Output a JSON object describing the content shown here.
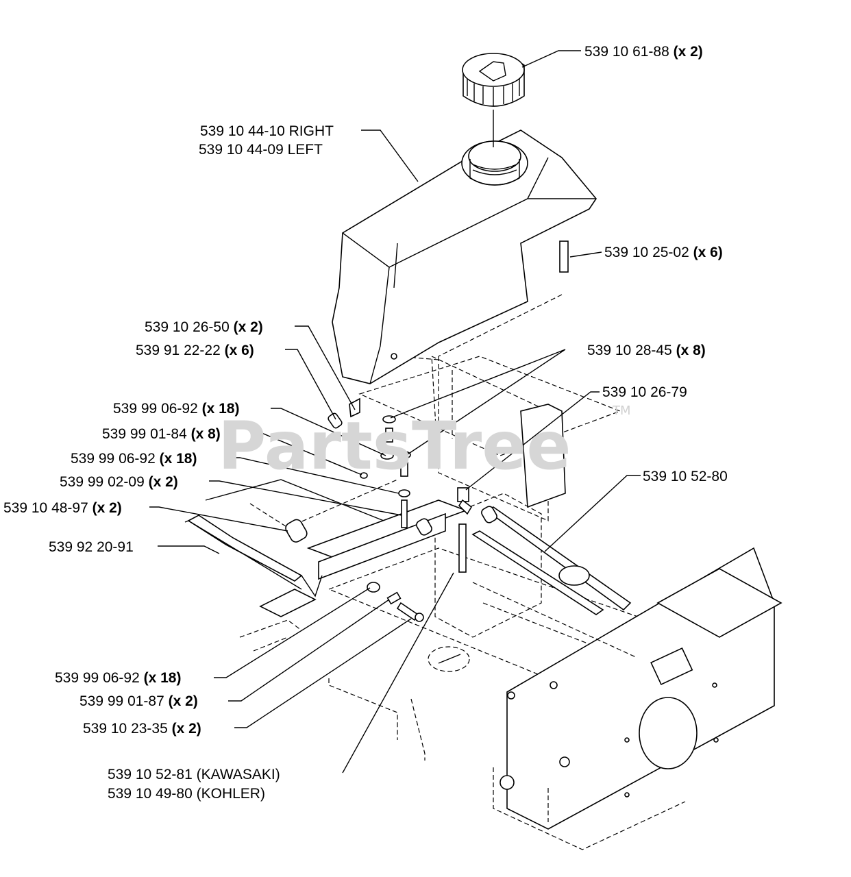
{
  "watermark": {
    "text": "PartsTree",
    "trademark": "TM"
  },
  "labels": [
    {
      "id": "cap",
      "part": "539 10 61-88",
      "qty": "(x 2)"
    },
    {
      "id": "tank-right",
      "part": "539 10 44-10 RIGHT",
      "qty": ""
    },
    {
      "id": "tank-left",
      "part": "539 10 44-09 LEFT",
      "qty": ""
    },
    {
      "id": "stud",
      "part": "539 10 25-02",
      "qty": "(x 6)"
    },
    {
      "id": "fitting",
      "part": "539 10 26-50",
      "qty": "(x 2)"
    },
    {
      "id": "clamp",
      "part": "539 91 22-22",
      "qty": "(x 6)"
    },
    {
      "id": "grommet",
      "part": "539 10 28-45",
      "qty": "(x 8)"
    },
    {
      "id": "washer-a",
      "part": "539 99 06-92",
      "qty": "(x 18)"
    },
    {
      "id": "valve",
      "part": "539 10 26-79",
      "qty": ""
    },
    {
      "id": "nut-a",
      "part": "539 99 01-84",
      "qty": "(x 8)"
    },
    {
      "id": "washer-b",
      "part": "539 99 06-92",
      "qty": "(x 18)"
    },
    {
      "id": "fuel-line",
      "part": "539 10 52-80",
      "qty": ""
    },
    {
      "id": "bolt-a",
      "part": "539 99 02-09",
      "qty": "(x 2)"
    },
    {
      "id": "bushing",
      "part": "539 10 48-97",
      "qty": "(x 2)"
    },
    {
      "id": "bracket",
      "part": "539 92 20-91",
      "qty": ""
    },
    {
      "id": "washer-c",
      "part": "539 99 06-92",
      "qty": "(x 18)"
    },
    {
      "id": "nut-b",
      "part": "539 99 01-87",
      "qty": "(x 2)"
    },
    {
      "id": "bolt-b",
      "part": "539 10 23-35",
      "qty": "(x 2)"
    },
    {
      "id": "hose-kawasaki",
      "part": "539 10 52-81 (KAWASAKI)",
      "qty": ""
    },
    {
      "id": "hose-kohler",
      "part": "539 10 49-80 (KOHLER)",
      "qty": ""
    }
  ]
}
